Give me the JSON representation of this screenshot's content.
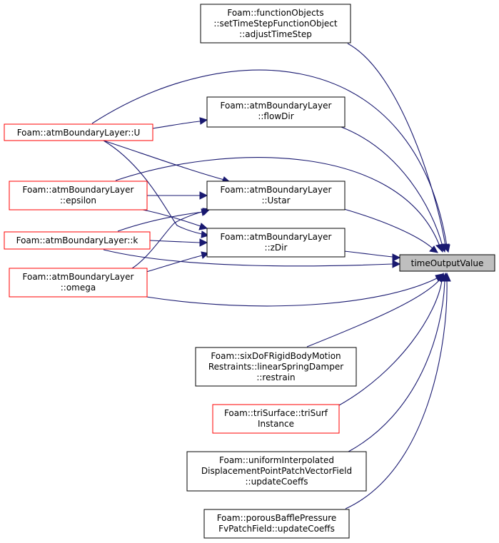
{
  "graph": {
    "nodes": {
      "target": {
        "lines": [
          "timeOutputValue"
        ],
        "border": "black",
        "highlight": true
      },
      "setTimeStep": {
        "lines": [
          "Foam::functionObjects",
          "::setTimeStepFunctionObject",
          "::adjustTimeStep"
        ],
        "border": "black"
      },
      "abl_U": {
        "lines": [
          "Foam::atmBoundaryLayer::U"
        ],
        "border": "red"
      },
      "flowDir": {
        "lines": [
          "Foam::atmBoundaryLayer",
          "::flowDir"
        ],
        "border": "black"
      },
      "epsilon": {
        "lines": [
          "Foam::atmBoundaryLayer",
          "::epsilon"
        ],
        "border": "red"
      },
      "ustar": {
        "lines": [
          "Foam::atmBoundaryLayer",
          "::Ustar"
        ],
        "border": "black"
      },
      "k": {
        "lines": [
          "Foam::atmBoundaryLayer::k"
        ],
        "border": "red"
      },
      "zDir": {
        "lines": [
          "Foam::atmBoundaryLayer",
          "::zDir"
        ],
        "border": "black"
      },
      "omega": {
        "lines": [
          "Foam::atmBoundaryLayer",
          "::omega"
        ],
        "border": "red"
      },
      "sixDoF": {
        "lines": [
          "Foam::sixDoFRigidBodyMotion",
          "Restraints::linearSpringDamper",
          "::restrain"
        ],
        "border": "black"
      },
      "triSurf": {
        "lines": [
          "Foam::triSurface::triSurf",
          "Instance"
        ],
        "border": "red"
      },
      "uniformInterp": {
        "lines": [
          "Foam::uniformInterpolated",
          "DisplacementPointPatchVectorField",
          "::updateCoeffs"
        ],
        "border": "black"
      },
      "porousBaffle": {
        "lines": [
          "Foam::porousBafflePressure",
          "FvPatchField::updateCoeffs"
        ],
        "border": "black"
      }
    },
    "edges": [
      [
        "setTimeStep",
        "target"
      ],
      [
        "abl_U",
        "target"
      ],
      [
        "abl_U",
        "flowDir"
      ],
      [
        "abl_U",
        "ustar"
      ],
      [
        "abl_U",
        "zDir"
      ],
      [
        "flowDir",
        "target"
      ],
      [
        "epsilon",
        "target"
      ],
      [
        "epsilon",
        "ustar"
      ],
      [
        "epsilon",
        "zDir"
      ],
      [
        "ustar",
        "target"
      ],
      [
        "k",
        "ustar"
      ],
      [
        "k",
        "zDir"
      ],
      [
        "k",
        "target"
      ],
      [
        "zDir",
        "target"
      ],
      [
        "omega",
        "ustar"
      ],
      [
        "omega",
        "zDir"
      ],
      [
        "omega",
        "target"
      ],
      [
        "sixDoF",
        "target"
      ],
      [
        "triSurf",
        "target"
      ],
      [
        "uniformInterp",
        "target"
      ],
      [
        "porousBaffle",
        "target"
      ]
    ],
    "edge_color": "#191970",
    "highlight_fill": "#bfbfbf"
  }
}
